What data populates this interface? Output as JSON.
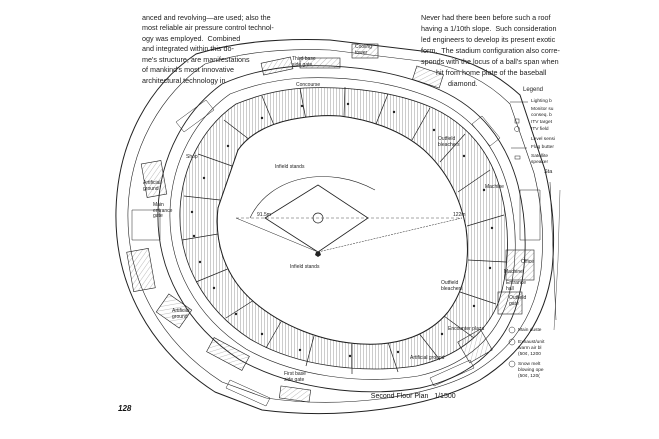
{
  "text_left": [
    "anced and revolving—are used; also the",
    "most reliable air pressure control technol-",
    "ogy was employed.  Combined",
    "and integrated within this do-",
    "me's structure, are manifestations",
    "of mankind's most innovative",
    "architectural technology in"
  ],
  "text_right": [
    "Never had there been before such a roof",
    "having a 1/10th slope.  Such consideration",
    "led engineers to develop its present exotic",
    "form.  The stadium configuration also corre-",
    "sponds with the locus of a ball's span when",
    "hit from home plate of the baseball",
    "diamond."
  ],
  "plan_labels": {
    "third_base_side_gate": "Third base\nside gate",
    "cooling_tower": "Cooling\ntower",
    "concourse_top": "Concourse",
    "infield_stands_upper": "Infield stands",
    "infield_stands_lower": "Infield stands",
    "outfield_bleachers_upper": "Outfield\nbleachers",
    "outfield_bleachers_lower": "Outfield\nbleachers",
    "machine_top": "Machine",
    "machine_right": "Machine",
    "shop": "Shop",
    "artificial_ground_left": "Artificial\nground",
    "main_entrance_gate": "Main\nentrance\ngate",
    "artificial_ground_bottom_left": "Artificial\nground",
    "artificial_ground_bottom": "Artificial ground",
    "encounter_plaza": "Encounter plaza",
    "office": "Office",
    "entrance_hall": "Entrance\nhall",
    "outfield_gate": "Outfield\ngate",
    "first_base_side_gate": "First base\nside gate",
    "dim_left": "91.5m",
    "dim_right": "122m"
  },
  "legend": {
    "title": "Legend",
    "items": [
      "Lighting b",
      "Monitor su",
      "conseq. b",
      "ITV target",
      "ITV field",
      "Level sensi",
      "Flag butter",
      "Satellite",
      "speaker"
    ],
    "section_tag": "Sta",
    "bottom_items": [
      "Main duste",
      "Exhaust/unit",
      "warm air bl",
      "(50¢, 1200",
      "Snow melt",
      "blowing ope",
      "(50¢, 120("
    ]
  },
  "caption": {
    "title": "Second Floor Plan",
    "scale": "1/1500"
  },
  "page_number": "128"
}
